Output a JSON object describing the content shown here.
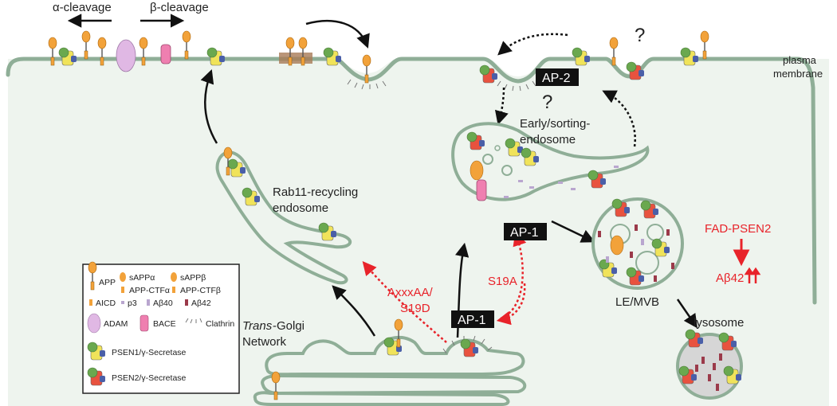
{
  "title_labels": {
    "alpha_cleavage": "α-cleavage",
    "beta_cleavage": "β-cleavage",
    "plasma_membrane_line1": "plasma",
    "plasma_membrane_line2": "membrane",
    "early_endosome_line1": "Early/sorting-",
    "early_endosome_line2": "endosome",
    "rab11_line1": "Rab11-recycling",
    "rab11_line2": "endosome",
    "trans_golgi_line1": "Trans",
    "trans_golgi_line1b": "-Golgi",
    "trans_golgi_line2": "Network",
    "le_mvb": "LE/MVB",
    "lysosome": "lysosome",
    "question_mark": "?"
  },
  "adaptors": {
    "ap2": "AP-2",
    "ap1_upper": "AP-1",
    "ap1_lower": "AP-1"
  },
  "mutations": {
    "axxxaa_line1": "AxxxAA/",
    "axxxaa_line2": "S19D",
    "s19a": "S19A",
    "fad_psen2": "FAD-PSEN2",
    "abeta42_up": "Aβ42"
  },
  "legend": {
    "app": "APP",
    "sapp_alpha": "sAPPα",
    "sapp_beta": "sAPPβ",
    "app_ctf_alpha": "APP-CTFα",
    "app_ctf_beta": "APP-CTFβ",
    "aicd": "AICD",
    "p3": "p3",
    "abeta40": "Aβ40",
    "abeta42": "Aβ42",
    "adam": "ADAM",
    "bace": "BACE",
    "clathrin": "Clathrin",
    "psen1": "PSEN1/γ-Secretase",
    "psen2": "PSEN2/γ-Secretase"
  },
  "colors": {
    "membrane": "#8fae97",
    "cytoplasm": "#eef4ee",
    "app_orange": "#f2a23a",
    "psen1_yellow": "#f0e35a",
    "psen2_red": "#e8523f",
    "gamma_green": "#6aa84f",
    "gamma_blue": "#4a5fa8",
    "adam_pink": "#e0b8e4",
    "bace_pink": "#ef7fb0",
    "abeta40": "#b9a6cf",
    "abeta42": "#9b3a4a",
    "red_accent": "#e8232a",
    "ap_box": "#111111"
  }
}
